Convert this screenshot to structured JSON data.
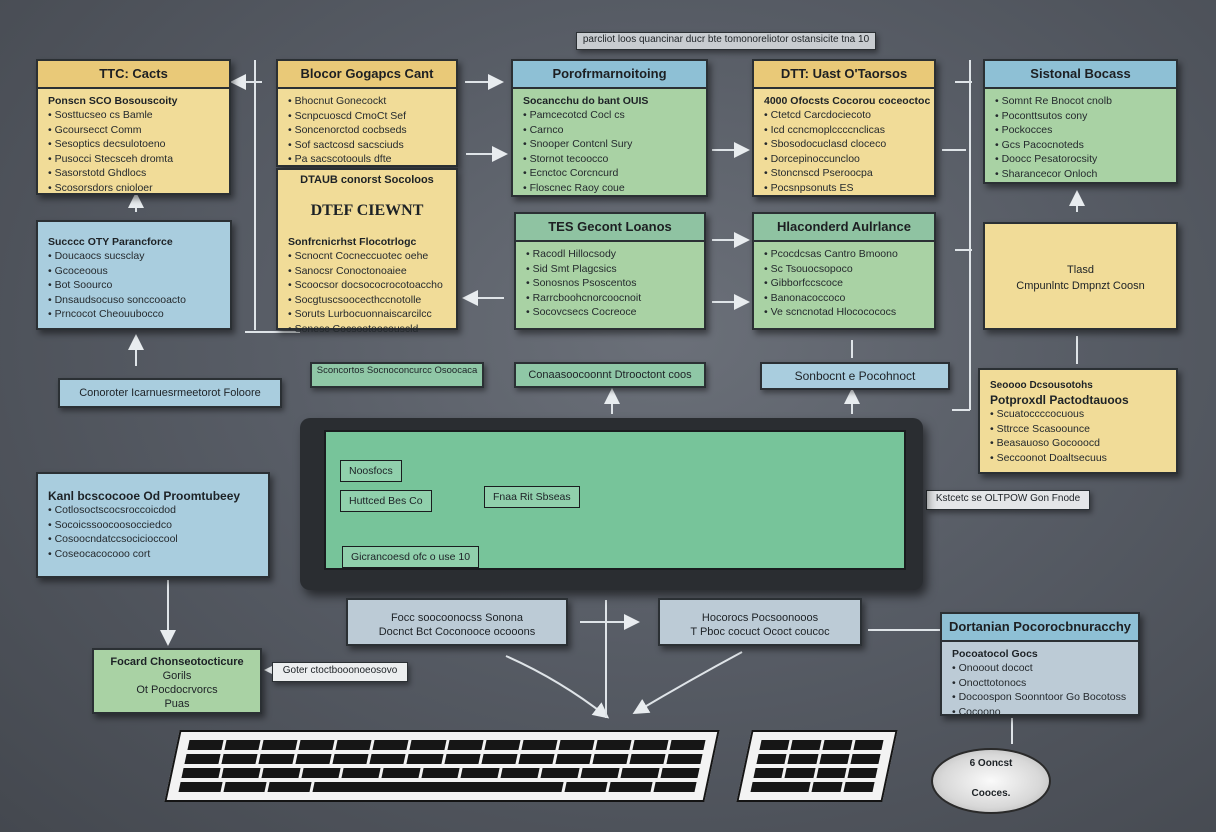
{
  "top_banner": "parcliot loos quancinar ducr bte tomonoreliotor ostansicite tna 10",
  "boxes": {
    "ttc_cacts": {
      "title": "TTC: Cacts",
      "lead": "Ponscn SCO Bosouscoity",
      "items": [
        "Sosttucseo cs Bamle",
        "Gcoursecct Comm",
        "Sesoptics decsulotoeno",
        "Pusocci Stecsceh dromta",
        "Sasorstotd Ghdlocs",
        "Scosorsdors cnioloer"
      ]
    },
    "blocor_goapcs": {
      "title": "Blocor Gogapcs Cant",
      "items": [
        "Bhocnut Gonecockt",
        "Scnpcuoscd CmoCt Sef",
        "Soncenorctod cocbseds",
        "Sof sactcosd sacsciuds",
        "Pa sacscotoouls dfte"
      ]
    },
    "perf_monitoring": {
      "title": "Porofrmarnoitoing",
      "lead": "Socancchu do bant OUIS",
      "items": [
        "Pamcecotcd Cocl  cs",
        "Carnco",
        "Snooper Contcnl Sury",
        "Stornot tecoocco",
        "Ecnctoc Corcncurd",
        "Floscnec Raoy coue"
      ]
    },
    "dtt_ostants": {
      "title": "DTT: Uast O'Taorsos",
      "lead": "4000 Ofocsts Cocorou coceoctoc",
      "items": [
        "Ctetcd Carcdociecoto",
        "Icd ccncmoplccccnclicas",
        "Sbosodocuclasd cloceco",
        "Dorcepinoccuncloo",
        "Stoncnscd Pseroocpa",
        "Pocsnpsonuts ES"
      ]
    },
    "sistonal_bocass": {
      "title": "Sistonal Bocass",
      "items": [
        "Somnt Re Bnocot cnolb",
        "Poconttsutos cony",
        "Pockocces",
        "Gcs Pacocnoteds",
        "Doocc Pesatorocsity",
        "Sharancecor Onloch"
      ]
    },
    "dtc_client": {
      "subtitle": "DTAUB conorst Socoloos",
      "title": "DTEF CIEWNT",
      "lead": "Sonfrcnicrhst Flocotrlogc",
      "items": [
        "Scnocnt Cocneccuotec oehe",
        "Sanocsr Conoctonoaiee",
        "Scoocsor docsococrocotoaccho",
        "Socgtuscsoocecthccnotolle",
        "Soruts Lurbocuonnaiscarcilcc",
        "Sonesc Cocsootoocouscld"
      ]
    },
    "tes_gecont": {
      "title": "TES Gecont Loanos",
      "items": [
        "Racodl Hillocsody",
        "Sid Smt Plagcsics",
        "Sonosnos Psoscentos",
        "Rarrcboohcnorcoocnoit",
        "Socovcsecs Cocreoce"
      ]
    },
    "hlccnd_aulance": {
      "title": "Hlaconderd Aulrlance",
      "items": [
        "Pcocdcsas Cantro Bmoono",
        "Sc Tsouocsopoco",
        "Gibborfccscoce",
        "Banonacoccoco",
        "Ve scncnotad Hlococococs"
      ]
    },
    "support_panel": {
      "lead": "Succcc OTY Parancforce",
      "items": [
        "Doucaocs sucsclay",
        "Gcoceoous",
        "Bot Soourco",
        "Dnsaudsocuso sonccooacto",
        "Prncocot Cheouubocco"
      ]
    },
    "fast_panel": {
      "line1": "Tlasd",
      "line2": "Cmpunlntc Dmpnzt Coosn"
    },
    "potprod_panel": {
      "title": "Potproxdl Pactodtauoos",
      "lead": "Seoooo Dcsousotohs",
      "items": [
        "Scuatoccccocuous",
        "Sttrcce Scasoounce",
        "Beasauoso Gocooocd",
        "Seccoonot Doaltsecuus"
      ]
    },
    "kanl_box": {
      "title": "Kanl bcscocooe Od Proomtubeey",
      "items": [
        "Cotlosoctscocsroccoicdod",
        "Socoicssoocoosocciedco",
        "Cosoocndatccsocicioccool",
        "Coseocacocooo cort"
      ]
    },
    "fored_box": {
      "line1": "Focard Chonseotocticure",
      "line2": "Gorils",
      "line3": "Ot Pocdocrvorcs",
      "line4": "Puas"
    },
    "dortan_box": {
      "title": "Dortanian Pocorocbnuracchy",
      "lead": "Pocoatocol Gocs",
      "items": [
        "Onooout dococt",
        "Onocttotonocs",
        "Docoospon Soonntoor Go Bocotoss",
        "Cocoono"
      ]
    }
  },
  "labels": {
    "corrector": "Conoroter Icarnuesrmeetorot Foloore",
    "green_strip": "Sconcortos Socnoconcurcc Osoocaca",
    "green_strip2": "Conaasoocoonnt Dtrooctont coos",
    "subnoti": "Sonbocnt e Pocohnoct",
    "ksnt": "Kstcetc se OLTPOW Gon Fnode",
    "center1": "Focc soocoonocss Sonona",
    "center1b": "Docnct Bct Coconooce ocooons",
    "center2": "Hocorocs Pocsoonooos",
    "center2b": "T Pboc cocuct Ococt coucoc",
    "goter": "Goter ctoctbooonoeosovo"
  },
  "screen": {
    "note1": "Noosfocs",
    "note2": "Huttced Bes Co",
    "note3": "Fnaa Rit Sbseas",
    "note4": "Gicrancoesd ofc o use 10"
  },
  "disk": {
    "label1": "6 Ooncst",
    "label2": "Cooces."
  }
}
